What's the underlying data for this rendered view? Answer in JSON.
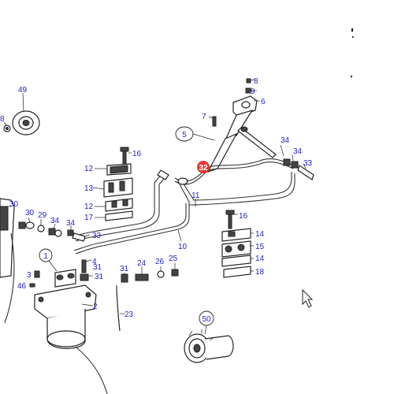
{
  "diagram": {
    "labels": {
      "p49": "49",
      "p8a": "8",
      "p8b": "8",
      "p9": "9",
      "p6": "6",
      "p7": "7",
      "p5": "5",
      "p34a": "34",
      "p34b": "34",
      "p33a": "33",
      "p16a": "16",
      "p12a": "12",
      "p32": "32",
      "p13": "13",
      "p12b": "12",
      "p17": "17",
      "p11": "11",
      "p30a": "30",
      "p30b": "30",
      "p29": "29",
      "p34c": "34",
      "p34d": "34",
      "p33b": "33",
      "p10": "10",
      "p16b": "16",
      "p14a": "14",
      "p15": "15",
      "p14b": "14",
      "p18": "18",
      "p1": "1",
      "p4": "4",
      "p31a": "31",
      "p31b": "31",
      "p24": "24",
      "p26": "26",
      "p25": "25",
      "p3": "3",
      "p46": "46",
      "p2": "2",
      "p23": "23",
      "p50": "50"
    },
    "highlight_color": "#e53935",
    "label_color": "#2222cc"
  }
}
